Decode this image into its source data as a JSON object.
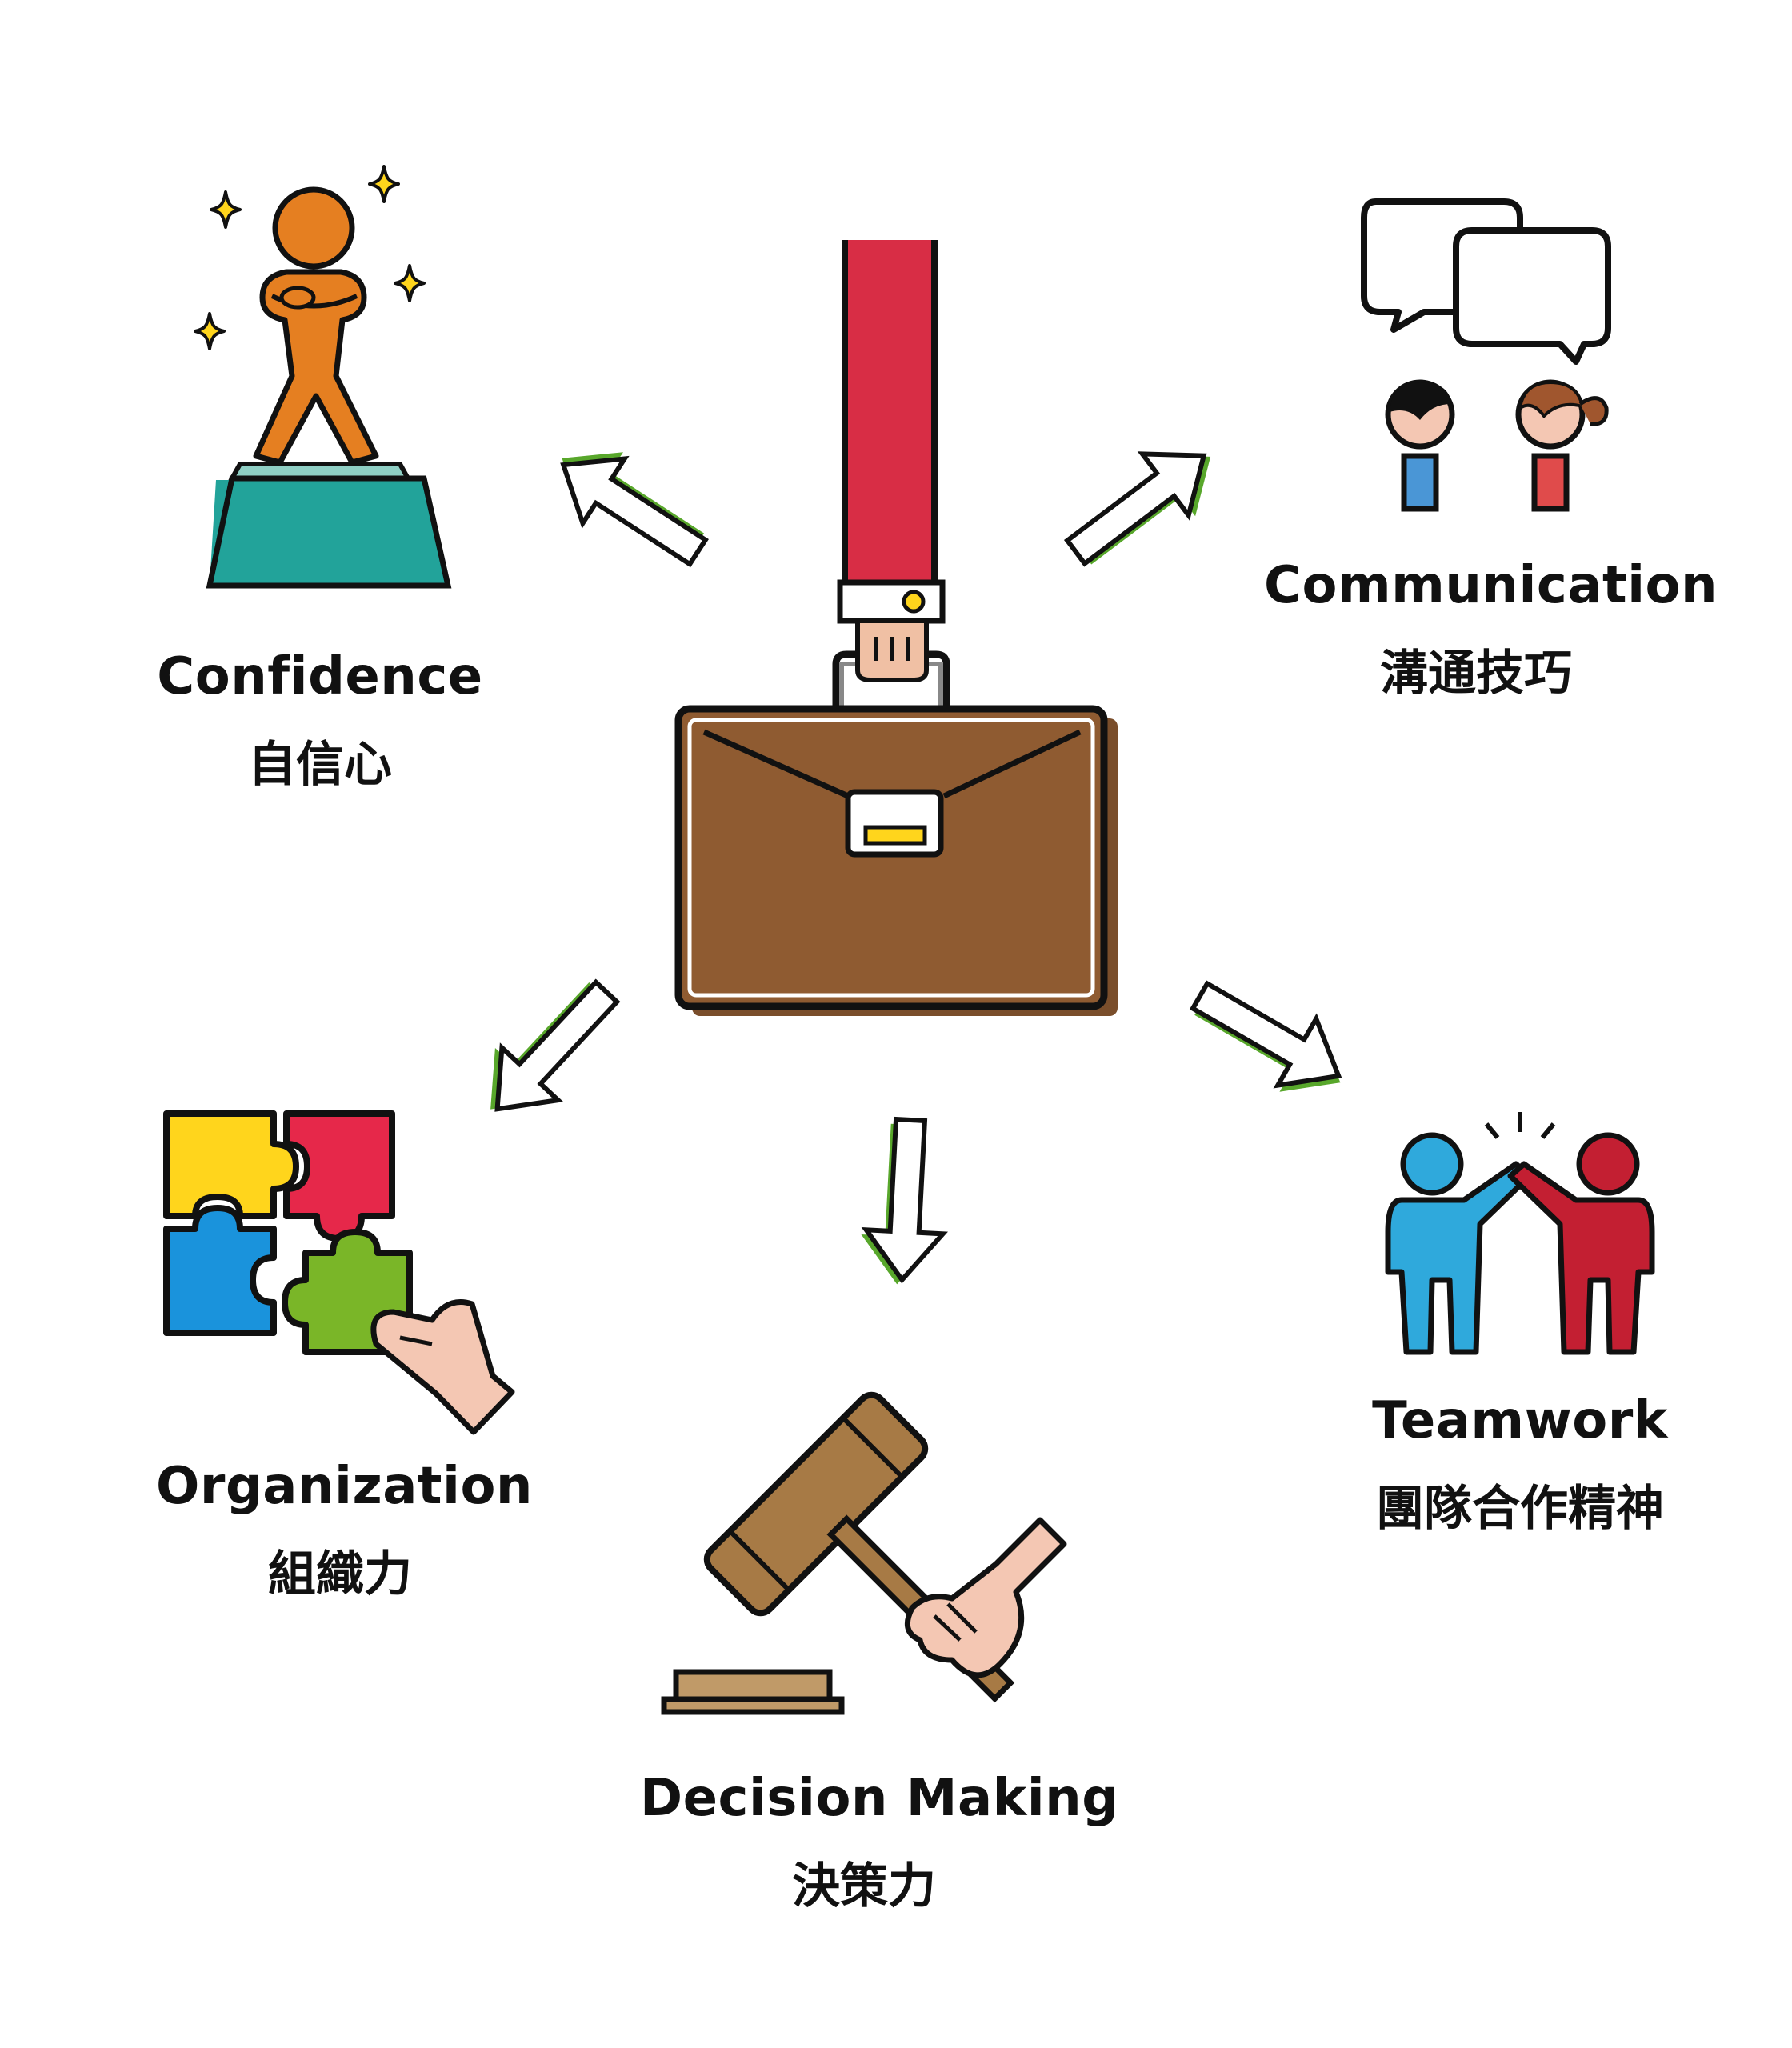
{
  "colors": {
    "arrow_green": "#58a72b",
    "briefcase_brown": "#8f5b31",
    "strap_red": "#d82d45",
    "teal": "#22a39a",
    "orange": "#e57f21",
    "blue": "#2fa9dc",
    "red": "#c31f32",
    "gavel": "#a77a45"
  },
  "center": {
    "icon": "briefcase-icon"
  },
  "skills": {
    "confidence": {
      "en": "Confidence",
      "zh": "自信心",
      "icon": "trophy-figure-icon"
    },
    "communication": {
      "en": "Communication",
      "zh": "溝通技巧",
      "icon": "speech-bubbles-icon"
    },
    "organization": {
      "en": "Organization",
      "zh": "組織力",
      "icon": "puzzle-icon"
    },
    "decision": {
      "en": "Decision Making",
      "zh": "決策力",
      "icon": "gavel-icon"
    },
    "teamwork": {
      "en": "Teamwork",
      "zh": "團隊合作精神",
      "icon": "high-five-icon"
    }
  }
}
